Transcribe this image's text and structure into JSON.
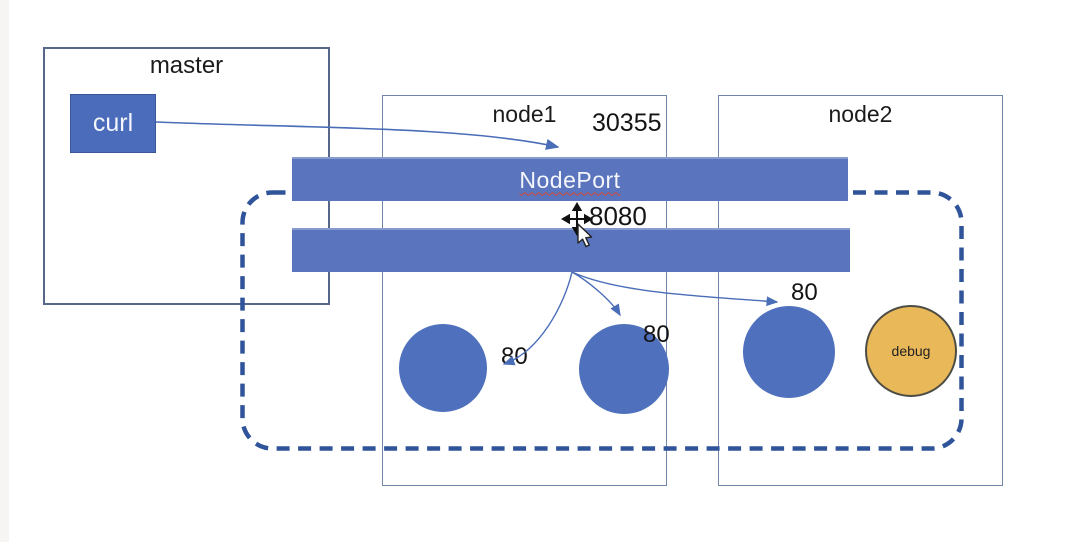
{
  "master": {
    "label": "master"
  },
  "curl": {
    "label": "curl"
  },
  "nodes": [
    {
      "label": "node1",
      "nodeport": "30355"
    },
    {
      "label": "node2"
    }
  ],
  "nodeport_bar": {
    "label": "NodePort"
  },
  "service_bar": {
    "port": "8080"
  },
  "pods": [
    {
      "port": "80"
    },
    {
      "port": "80"
    },
    {
      "port": "80"
    }
  ],
  "debug_pod": {
    "label": "debug"
  },
  "cursor": {
    "type": "move"
  },
  "colors": {
    "bar_blue": "#5a75bd",
    "pod_blue": "#4f70bc",
    "curl_blue": "#4a6cbb",
    "debug_yellow": "#e9b858",
    "dashed_border_blue": "#30549a",
    "node_border": "#7384ab",
    "master_border": "#56678b",
    "connector_blue": "#4a6db8",
    "spellcheck_red": "#d14836",
    "text_black": "#141414"
  }
}
